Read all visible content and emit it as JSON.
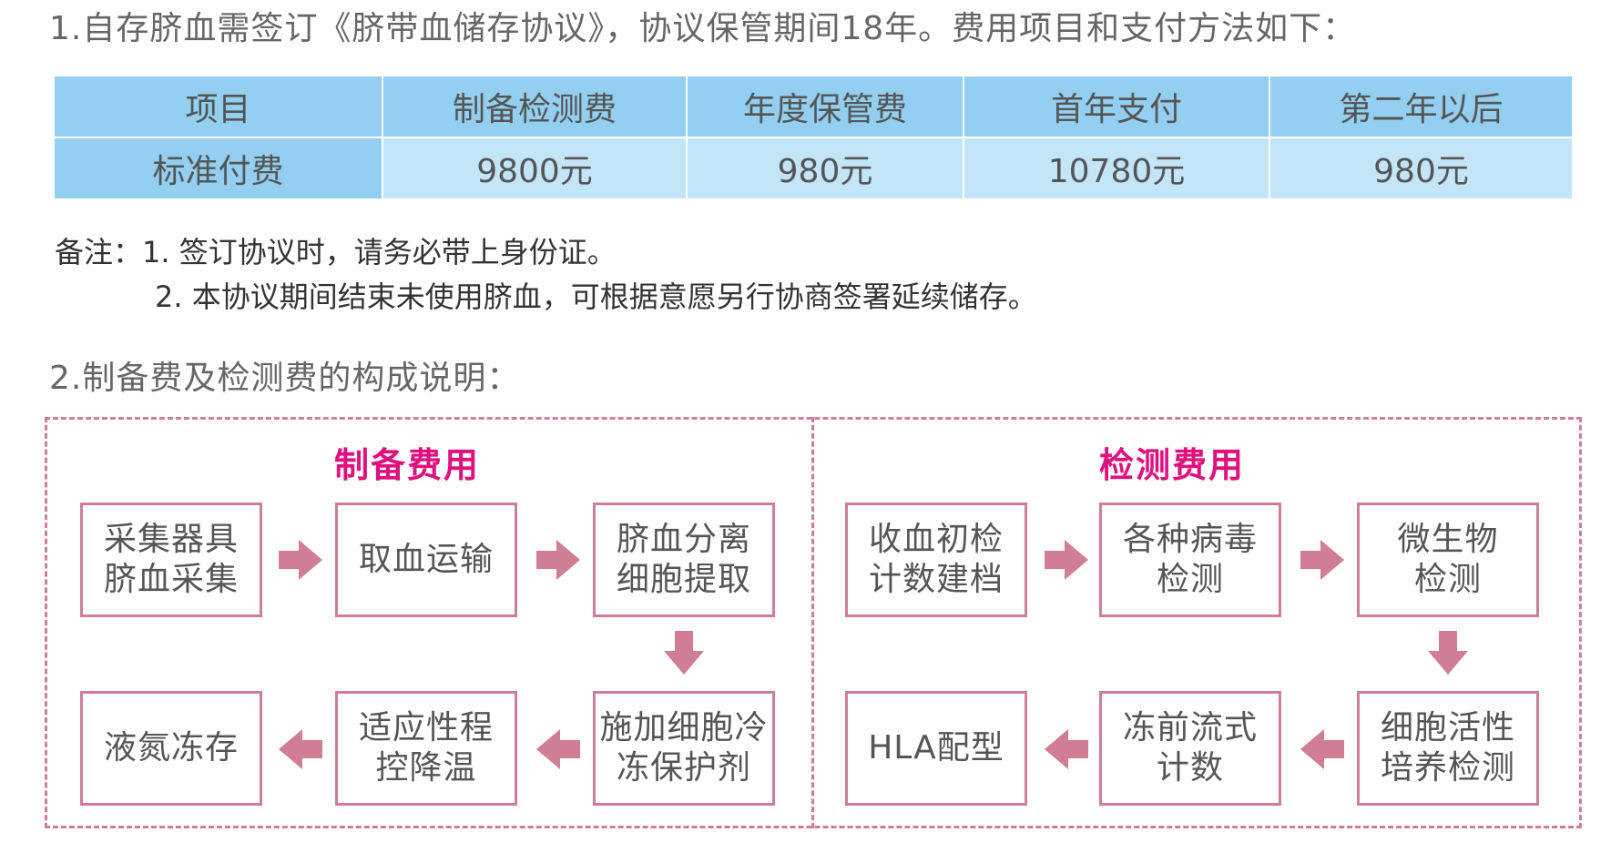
{
  "section1_title": "1.自存脐血需签订《脐带血储存协议》，协议保管期间18年。费用项目和支付方法如下：",
  "fee_table": {
    "headers": [
      "项目",
      "制备检测费",
      "年度保管费",
      "首年支付",
      "第二年以后"
    ],
    "row": [
      "标准付费",
      "9800元",
      "980元",
      "10780元",
      "980元"
    ]
  },
  "notes": {
    "line1": "备注：1. 签订协议时，请务必带上身份证。",
    "line2": "2. 本协议期间结束未使用脐血，可根据意愿另行协商签署延续储存。"
  },
  "section2_title": "2.制备费及检测费的构成说明：",
  "prep": {
    "title": "制备费用",
    "steps": [
      "采集器具\n脐血采集",
      "取血运输",
      "脐血分离\n细胞提取",
      "施加细胞冷\n冻保护剂",
      "适应性程\n控降温",
      "液氮冻存"
    ]
  },
  "test": {
    "title": "检测费用",
    "steps": [
      "收血初检\n计数建档",
      "各种病毒\n检测",
      "微生物\n检测",
      "细胞活性\n培养检测",
      "冻前流式\n计数",
      "HLA配型"
    ]
  },
  "colors": {
    "table_header_bg": "#93cff0",
    "table_row_bg": "#c3e5f8",
    "box_border": "#cf7e93",
    "arrow": "#cf7e93",
    "group_title": "#e0107f"
  },
  "icons": {
    "arrow_right": "arrow-right-icon",
    "arrow_left": "arrow-left-icon",
    "arrow_down": "arrow-down-icon"
  }
}
